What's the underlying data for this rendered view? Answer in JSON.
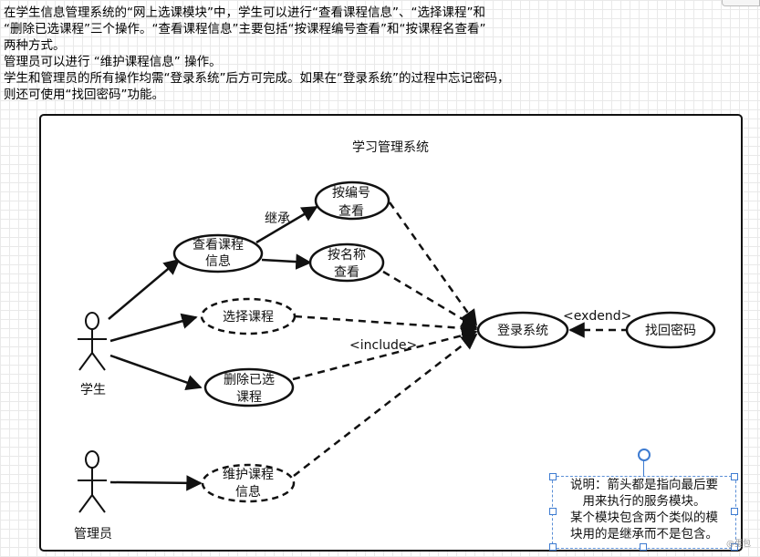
{
  "intro": {
    "line1": "在学生信息管理系统的“网上选课模块”中，学生可以进行“查看课程信息”、“选择课程”和",
    "line2": "“删除已选课程”三个操作。“查看课程信息”主要包括“按课程编号查看”和“按课程名查看”",
    "line3": "两种方式。",
    "line4": "管理员可以进行 “维护课程信息” 操作。",
    "line5": "学生和管理员的所有操作均需“登录系统”后方可完成。如果在“登录系统”的过程中忘记密码，",
    "line6": "则还可使用“找回密码”功能。"
  },
  "diagram": {
    "system_title": "学习管理系统",
    "actors": {
      "student": "学生",
      "admin": "管理员"
    },
    "use_cases": {
      "view_course_1": "查看课程",
      "view_course_2": "信息",
      "by_number_1": "按编号",
      "by_number_2": "查看",
      "by_name_1": "按名称",
      "by_name_2": "查看",
      "select_course": "选择课程",
      "delete_course_1": "删除已选",
      "delete_course_2": "课程",
      "maintain_course_1": "维护课程",
      "maintain_course_2": "信息",
      "login": "登录系统",
      "recover_password": "找回密码"
    },
    "relation_labels": {
      "inherit": "继承",
      "include": "<include>",
      "extend": "<exdend>"
    }
  },
  "note": {
    "line1": "说明：箭头都是指向最后要",
    "line2": "用来执行的服务模块。",
    "line3": "某个模块包含两个类似的模",
    "line4": "块用的是继承而不是包含。"
  },
  "watermark": "@蛋包"
}
